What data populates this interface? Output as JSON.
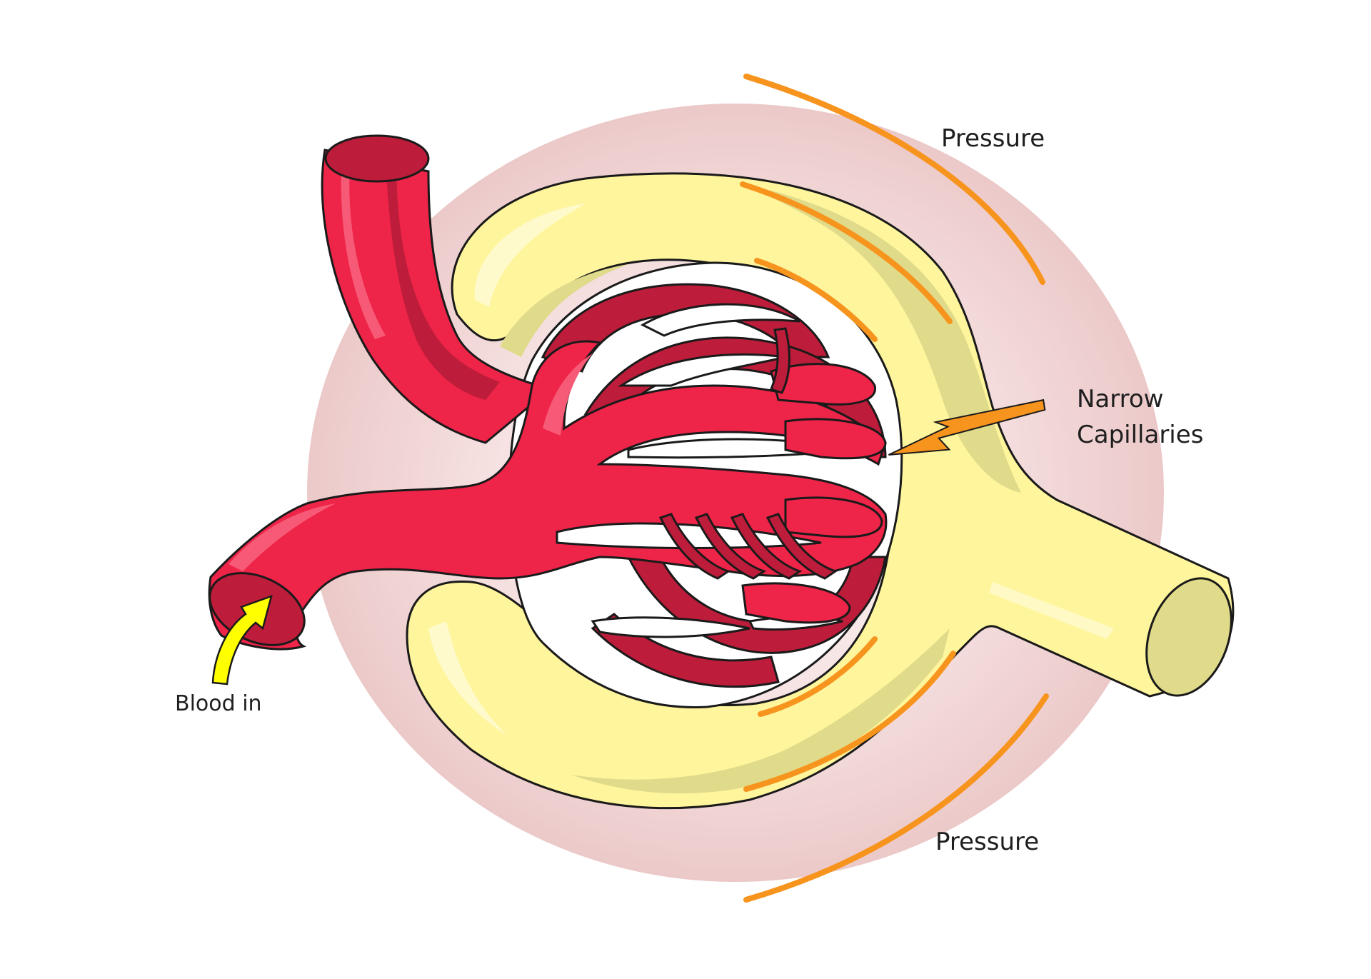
{
  "labels": {
    "pressure_top": "Pressure",
    "pressure_bottom": "Pressure",
    "capillaries_line1": "Narrow",
    "capillaries_line2": "Capillaries",
    "blood_in": "Blood in"
  },
  "colors": {
    "background": "#ffffff",
    "halo": "#ecc9c9",
    "capsule": "#fff59d",
    "capsule_shadow": "#e0db8a",
    "vessel": "#ee2448",
    "vessel_dark": "#bd1d3a",
    "vessel_highlight": "#f75a76",
    "pressure_arc": "#f7941d",
    "inflow_arrow": "#ffff00",
    "outline": "#1a1a1a"
  }
}
